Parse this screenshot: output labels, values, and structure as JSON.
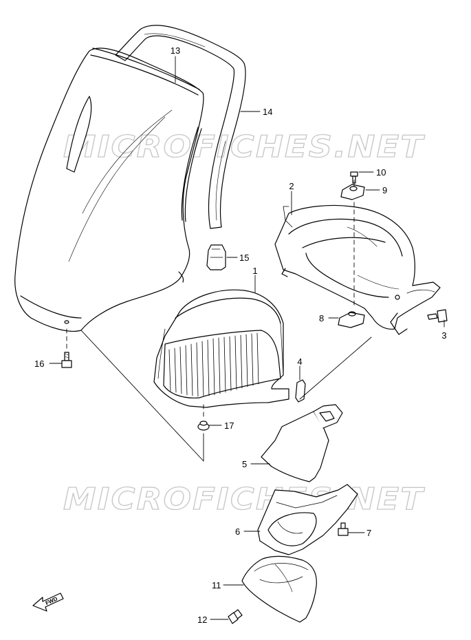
{
  "watermark": "MICROFICHES.NET",
  "fwd_label": "FWD",
  "callouts": [
    {
      "id": "13",
      "label": "13"
    },
    {
      "id": "14",
      "label": "14"
    },
    {
      "id": "15",
      "label": "15"
    },
    {
      "id": "16",
      "label": "16"
    },
    {
      "id": "1",
      "label": "1"
    },
    {
      "id": "17",
      "label": "17"
    },
    {
      "id": "2",
      "label": "2"
    },
    {
      "id": "10",
      "label": "10"
    },
    {
      "id": "9",
      "label": "9"
    },
    {
      "id": "8",
      "label": "8"
    },
    {
      "id": "3",
      "label": "3"
    },
    {
      "id": "4",
      "label": "4"
    },
    {
      "id": "5",
      "label": "5"
    },
    {
      "id": "6",
      "label": "6"
    },
    {
      "id": "7",
      "label": "7"
    },
    {
      "id": "11",
      "label": "11"
    },
    {
      "id": "12",
      "label": "12"
    }
  ]
}
